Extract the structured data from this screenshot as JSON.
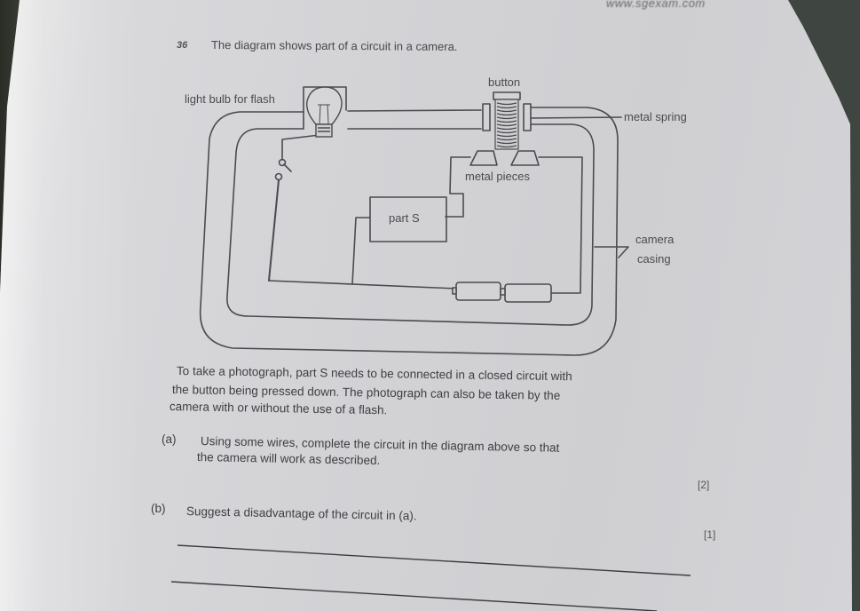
{
  "watermark": "www.sgexam.com",
  "question": {
    "number": "36",
    "title": "The diagram shows part of a circuit in a camera."
  },
  "diagram": {
    "labels": {
      "light_bulb": "light bulb for flash",
      "button": "button",
      "metal_spring": "metal spring",
      "metal_pieces": "metal pieces",
      "part_s": "part S",
      "camera_casing_line1": "camera",
      "camera_casing_line2": "casing"
    },
    "components": [
      "light bulb",
      "switch (open)",
      "button with metal spring",
      "metal pieces",
      "part S",
      "two cells (battery)",
      "camera casing"
    ]
  },
  "intro": {
    "line1": "To take a photograph, part S needs to be connected in a closed circuit with",
    "line2": "the button being pressed down. The photograph can also be taken by the",
    "line3": "camera with or without the use of a flash."
  },
  "part_a": {
    "label": "(a)",
    "line1": "Using some wires, complete the circuit in the diagram above so that",
    "line2": "the camera will work as described.",
    "marks": "[2]"
  },
  "part_b": {
    "label": "(b)",
    "text": "Suggest a disadvantage of the circuit in (a).",
    "marks": "[1]"
  },
  "colors": {
    "paper": "#d3d3d6",
    "ink": "#3c3c3e",
    "background_dark": "#3f4641"
  }
}
